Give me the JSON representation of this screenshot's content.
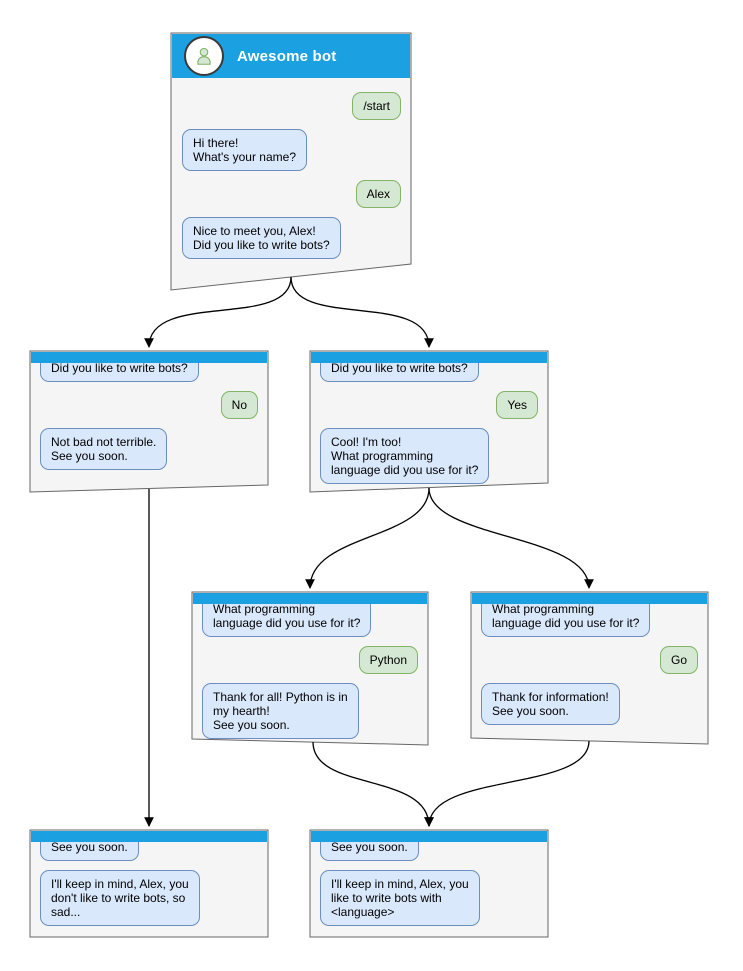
{
  "palette": {
    "header_blue": "#1ba1e2",
    "panel_fill": "#f5f5f5",
    "panel_border": "#666666",
    "bot_bubble_fill": "#dae8fc",
    "bot_bubble_border": "#6c8ebf",
    "user_bubble_fill": "#d5e8d4",
    "user_bubble_border": "#82b366",
    "edge_color": "#000000"
  },
  "nodes": {
    "root": {
      "title": "Awesome bot",
      "avatar_icon": "person-icon",
      "messages": [
        {
          "from": "user",
          "text": "/start"
        },
        {
          "from": "bot",
          "text": "Hi there!\nWhat's your name?"
        },
        {
          "from": "user",
          "text": "Alex"
        },
        {
          "from": "bot",
          "text": "Nice to meet you, Alex!\nDid you like to write bots?"
        }
      ]
    },
    "no_branch": {
      "messages": [
        {
          "from": "bot",
          "text": "Did you like to write bots?"
        },
        {
          "from": "user",
          "text": "No"
        },
        {
          "from": "bot",
          "text": "Not bad not terrible.\nSee you soon."
        }
      ]
    },
    "yes_branch": {
      "messages": [
        {
          "from": "bot",
          "text": "Did you like to write bots?"
        },
        {
          "from": "user",
          "text": "Yes"
        },
        {
          "from": "bot",
          "text": "Cool! I'm too!\nWhat programming\nlanguage did you use for it?"
        }
      ]
    },
    "python_branch": {
      "messages": [
        {
          "from": "bot",
          "text": "What programming\nlanguage did you use for it?"
        },
        {
          "from": "user",
          "text": "Python"
        },
        {
          "from": "bot",
          "text": "Thank for all! Python is in\nmy hearth!\nSee you soon."
        }
      ]
    },
    "go_branch": {
      "messages": [
        {
          "from": "bot",
          "text": "What programming\nlanguage did you use for it?"
        },
        {
          "from": "user",
          "text": "Go"
        },
        {
          "from": "bot",
          "text": "Thank for information!\nSee you soon."
        }
      ]
    },
    "end_no": {
      "messages": [
        {
          "from": "bot",
          "text": "See you soon."
        },
        {
          "from": "bot",
          "text": "I'll keep in mind, Alex, you\ndon't like to write bots, so\nsad..."
        }
      ]
    },
    "end_yes": {
      "messages": [
        {
          "from": "bot",
          "text": "See you soon."
        },
        {
          "from": "bot",
          "text": "I'll keep in mind, Alex, you\nlike to write bots with\n<language>"
        }
      ]
    }
  },
  "edges": [
    {
      "from": "root",
      "to": "no_branch"
    },
    {
      "from": "root",
      "to": "yes_branch"
    },
    {
      "from": "yes_branch",
      "to": "python_branch"
    },
    {
      "from": "yes_branch",
      "to": "go_branch"
    },
    {
      "from": "python_branch",
      "to": "end_yes"
    },
    {
      "from": "go_branch",
      "to": "end_yes"
    },
    {
      "from": "no_branch",
      "to": "end_no"
    }
  ]
}
